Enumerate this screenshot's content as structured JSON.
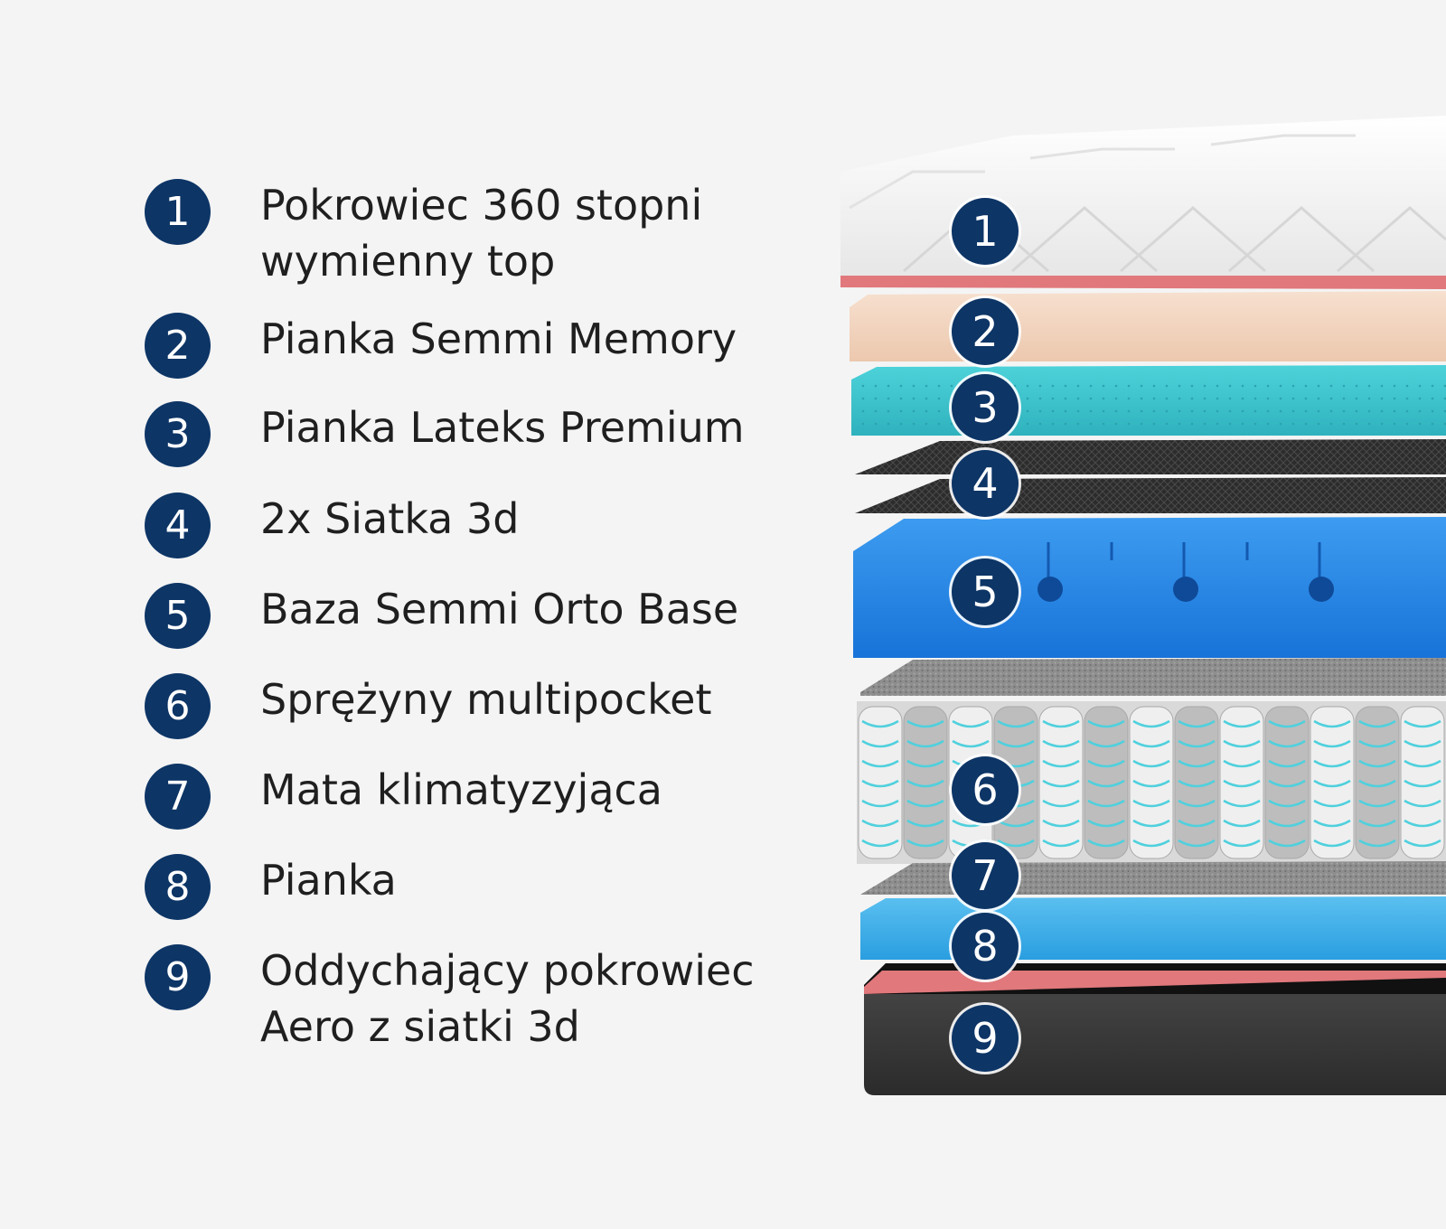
{
  "layers": [
    {
      "number": "1",
      "lines": [
        "Pokrowiec 360 stopni",
        "wymienny top"
      ]
    },
    {
      "number": "2",
      "lines": [
        "Pianka Semmi Memory"
      ]
    },
    {
      "number": "3",
      "lines": [
        "Pianka Lateks Premium"
      ]
    },
    {
      "number": "4",
      "lines": [
        "2x Siatka 3d"
      ]
    },
    {
      "number": "5",
      "lines": [
        "Baza Semmi Orto Base"
      ]
    },
    {
      "number": "6",
      "lines": [
        "Sprężyny multipocket"
      ]
    },
    {
      "number": "7",
      "lines": [
        "Mata klimatyzyjąca"
      ]
    },
    {
      "number": "8",
      "lines": [
        "Pianka"
      ]
    },
    {
      "number": "9",
      "lines": [
        "Oddychający pokrowiec",
        "Aero z siatki 3d"
      ]
    }
  ],
  "colors": {
    "badge": "#0d3566",
    "cover_top": "#ffffff",
    "cover_edge": "#e0787c",
    "memory_foam": "#f3d6c0",
    "latex": "#3fc3cc",
    "mesh": "#2a2a2a",
    "orto_base": "#1e88e5",
    "springs_casing": "#e8e8e8",
    "spring_wire": "#4fd0dd",
    "felt_mat": "#8c8c8c",
    "bottom_foam": "#34a9e6",
    "bottom_cover": "#3a3a3a"
  }
}
